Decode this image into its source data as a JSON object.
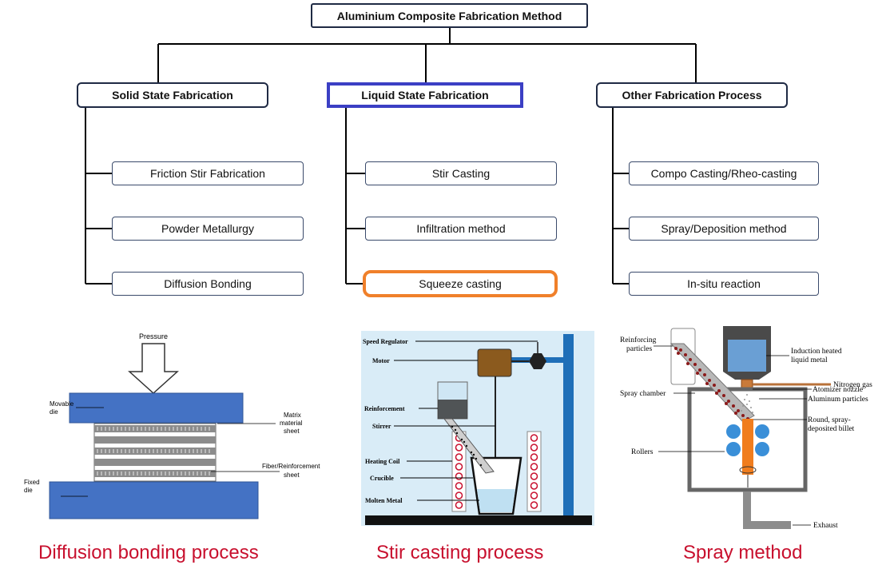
{
  "tree": {
    "root": "Aluminium Composite Fabrication Method",
    "branches": [
      {
        "title": "Solid State Fabrication",
        "items": [
          "Friction Stir Fabrication",
          "Powder Metallurgy",
          "Diffusion Bonding"
        ]
      },
      {
        "title": "Liquid State Fabrication",
        "items": [
          "Stir Casting",
          "Infiltration method",
          "Squeeze casting"
        ]
      },
      {
        "title": "Other Fabrication Process",
        "items": [
          "Compo Casting/Rheo-casting",
          "Spray/Deposition method",
          "In-situ reaction"
        ]
      }
    ]
  },
  "diagram1": {
    "pressure": "Pressure",
    "movable_line1": "Movable",
    "movable_line2": "die",
    "fixed_line1": "Fixed",
    "fixed_line2": "die",
    "matrix_line1": "Matrix",
    "matrix_line2": "material",
    "matrix_line3": "sheet",
    "fiber_line1": "Fiber/Reinforcement",
    "fiber_line2": "sheet",
    "colors": {
      "die": "#4472c4",
      "die_edge": "#2f5597"
    }
  },
  "diagram2": {
    "speed_regulator": "Speed Regulator",
    "motor": "Motor",
    "reinforcement": "Reinforcement",
    "stirrer": "Stirrer",
    "heating_coil": "Heating Coil",
    "crucible": "Crucible",
    "molten_metal": "Molten Metal",
    "colors": {
      "motor": "#8b5a1e",
      "stand": "#1f6fb8",
      "background": "#d9ecf7",
      "coil": "#c8102e"
    }
  },
  "diagram3": {
    "reinforcing_line1": "Reinforcing",
    "reinforcing_line2": "particles",
    "induction_line1": "Induction heated",
    "induction_line2": "liquid metal",
    "nitrogen": "Nitrogen gas",
    "atomizer": "Atomizer nozzle",
    "spray_chamber": "Spray chamber",
    "aluminum_particles": "Aluminum particles",
    "billet_line1": "Round, spray-",
    "billet_line2": "deposited billet",
    "rollers": "Rollers",
    "exhaust": "Exhaust",
    "colors": {
      "liquid": "#6a9fd4",
      "billet": "#f07d1e",
      "rollers": "#3a8fd8",
      "particles": "#8b1a1a"
    }
  },
  "captions": [
    "Diffusion bonding process",
    "Stir casting process",
    "Spray method"
  ],
  "highlight_colors": {
    "liquid_state_border": "#3b3fc4",
    "squeeze_border": "#f0802a",
    "caption": "#c8102e"
  }
}
